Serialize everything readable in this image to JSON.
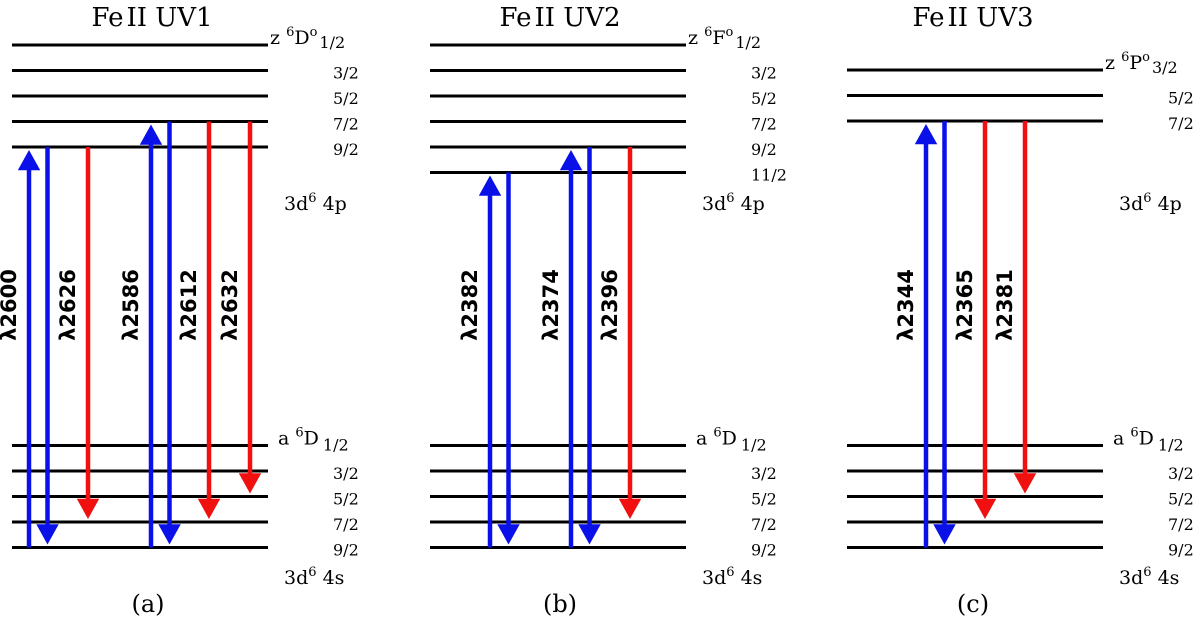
{
  "colors": {
    "absorption": "#0a10e8",
    "emission": "#f01010",
    "level": "#000000"
  },
  "panels": [
    {
      "title_element": "Fe",
      "title_ion": "II",
      "title_multiplet": "UV1",
      "upper_term": {
        "prefix": "z",
        "sup": "6",
        "letter": "D",
        "parity": "o"
      },
      "lower_term": {
        "prefix": "a",
        "sup": "6",
        "letter": "D"
      },
      "upper_j": [
        "1/2",
        "3/2",
        "5/2",
        "7/2",
        "9/2"
      ],
      "lower_j": [
        "1/2",
        "3/2",
        "5/2",
        "7/2",
        "9/2"
      ],
      "upper_config": {
        "base": "3d",
        "sup": "6",
        "orbital": "4p"
      },
      "lower_config": {
        "base": "3d",
        "sup": "6",
        "orbital": "4s"
      },
      "sublabel": "(a)",
      "transitions": [
        {
          "label": "λ2600",
          "kind": "absorption",
          "upper": 4,
          "lower": 4
        },
        {
          "label": "λ2626",
          "kind": "emission",
          "upper": 4,
          "lower": 3
        },
        {
          "label": "λ2586",
          "kind": "absorption",
          "upper": 3,
          "lower": 4
        },
        {
          "label": "λ2612",
          "kind": "emission",
          "upper": 3,
          "lower": 3
        },
        {
          "label": "λ2632",
          "kind": "emission",
          "upper": 3,
          "lower": 2
        }
      ]
    },
    {
      "title_element": "Fe",
      "title_ion": "II",
      "title_multiplet": "UV2",
      "upper_term": {
        "prefix": "z",
        "sup": "6",
        "letter": "F",
        "parity": "o"
      },
      "lower_term": {
        "prefix": "a",
        "sup": "6",
        "letter": "D"
      },
      "upper_j": [
        "1/2",
        "3/2",
        "5/2",
        "7/2",
        "9/2",
        "11/2"
      ],
      "lower_j": [
        "1/2",
        "3/2",
        "5/2",
        "7/2",
        "9/2"
      ],
      "upper_config": {
        "base": "3d",
        "sup": "6",
        "orbital": "4p"
      },
      "lower_config": {
        "base": "3d",
        "sup": "6",
        "orbital": "4s"
      },
      "sublabel": "(b)",
      "transitions": [
        {
          "label": "λ2382",
          "kind": "absorption",
          "upper": 5,
          "lower": 4
        },
        {
          "label": "λ2374",
          "kind": "absorption",
          "upper": 4,
          "lower": 4
        },
        {
          "label": "λ2396",
          "kind": "emission",
          "upper": 4,
          "lower": 3
        }
      ]
    },
    {
      "title_element": "Fe",
      "title_ion": "II",
      "title_multiplet": "UV3",
      "upper_term": {
        "prefix": "z",
        "sup": "6",
        "letter": "P",
        "parity": "o"
      },
      "lower_term": {
        "prefix": "a",
        "sup": "6",
        "letter": "D"
      },
      "upper_j": [
        "3/2",
        "5/2",
        "7/2"
      ],
      "lower_j": [
        "1/2",
        "3/2",
        "5/2",
        "7/2",
        "9/2"
      ],
      "upper_config": {
        "base": "3d",
        "sup": "6",
        "orbital": "4p"
      },
      "lower_config": {
        "base": "3d",
        "sup": "6",
        "orbital": "4s"
      },
      "sublabel": "(c)",
      "transitions": [
        {
          "label": "λ2344",
          "kind": "absorption",
          "upper": 2,
          "lower": 4
        },
        {
          "label": "λ2365",
          "kind": "emission",
          "upper": 2,
          "lower": 3
        },
        {
          "label": "λ2381",
          "kind": "emission",
          "upper": 2,
          "lower": 2
        }
      ]
    }
  ]
}
